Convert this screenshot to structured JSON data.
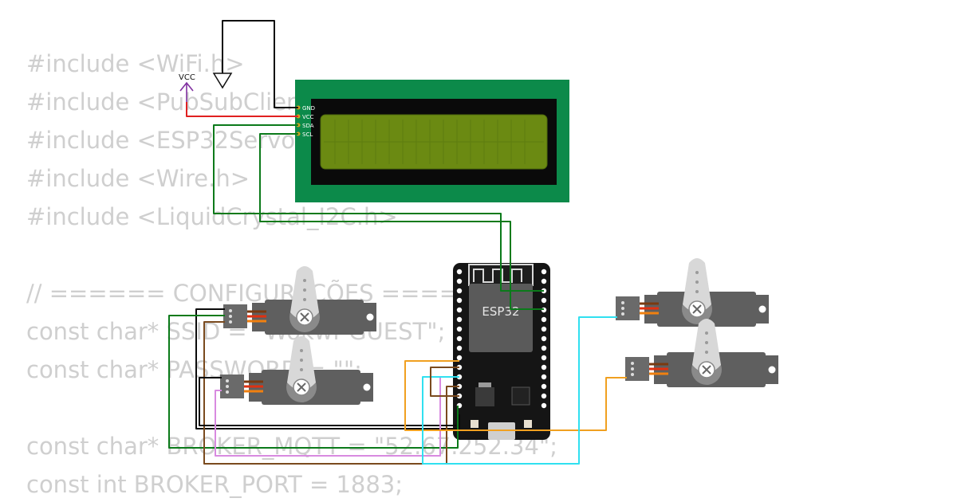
{
  "code_lines": [
    "#include <WiFi.h>",
    "#include <PubSubClient.h>",
    "#include <ESP32Servo.h>",
    "#include <Wire.h>",
    "#include <LiquidCrystal_I2C.h>",
    "",
    "// ====== CONFIGURAÇÕES ======",
    "const char* SSID = \"Wokwi-GUEST\";",
    "const char* PASSWORD = \"\";",
    "",
    "const char* BROKER_MQTT = \"52.67.252.34\";",
    "const int BROKER_PORT = 1883;"
  ],
  "vcc_label": "VCC",
  "lcd": {
    "pins": [
      "GND",
      "VCC",
      "SDA",
      "SCL"
    ],
    "colors": {
      "board": "#0c8a4a",
      "bezel": "#0a0a0a",
      "screen": "#6b8a12",
      "screen_border": "#4e6a0c"
    }
  },
  "esp32": {
    "label": "ESP32",
    "colors": {
      "board": "#151515",
      "module": "#5a5a5a",
      "antenna": "#d8d8d8"
    }
  },
  "wire_colors": {
    "black": "#0a0a0a",
    "red": "#e02020",
    "green": "#0b7a1a",
    "brown": "#7a4a1e",
    "orange": "#f0a020",
    "violet": "#d88ae0",
    "cyan": "#30e0f0"
  },
  "servo_colors": {
    "body": "#5f5f5f",
    "horn": "#d8d8d8",
    "connector": "#6a6a6a"
  }
}
